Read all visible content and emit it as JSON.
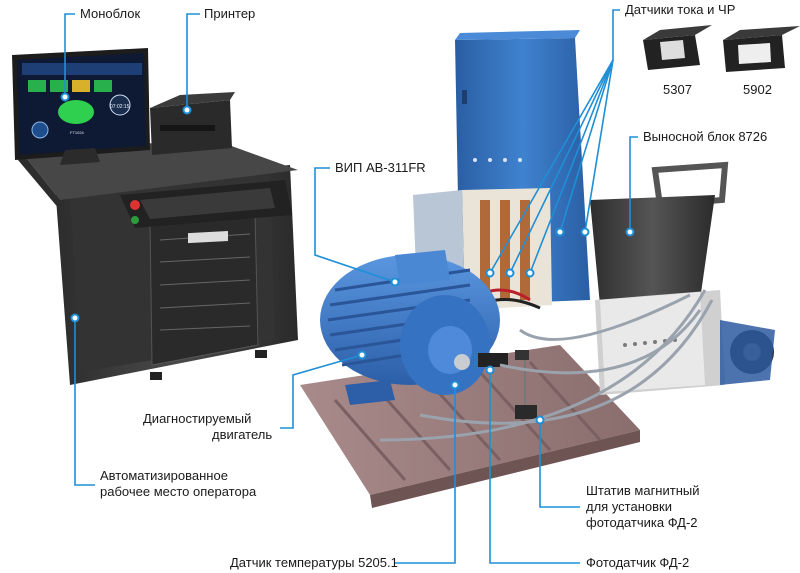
{
  "colors": {
    "leader": "#1f8fd6",
    "rack_blue": "#2f6db5",
    "motor_blue": "#3a78c9",
    "desk_dark": "#3b3b3b",
    "platform": "#9b7c7c"
  },
  "labels": {
    "monoblock": "Моноблок",
    "printer": "Принтер",
    "current_sensors": "Датчики тока и ЧР",
    "sensor_a": "5307",
    "sensor_b": "5902",
    "remote_unit": "Выносной блок 8726",
    "vip": "ВИП АВ-311FR",
    "motor_line1": "Диагностируемый",
    "motor_line2": "двигатель",
    "arm_line1": "Автоматизированное",
    "arm_line2": "рабочее место оператора",
    "stand_line1": "Штатив магнитный",
    "stand_line2": "для установки",
    "stand_line3": "фотодатчика ФД-2",
    "temp_sensor": "Датчик температуры 5205.1",
    "photo_sensor": "Фотодатчик ФД-2"
  },
  "screen": {
    "clock": "07:02:15",
    "model": "FT1024"
  },
  "icons": [
    "connector-dot-icon",
    "current-clamp-icon",
    "square-clamp-icon"
  ]
}
